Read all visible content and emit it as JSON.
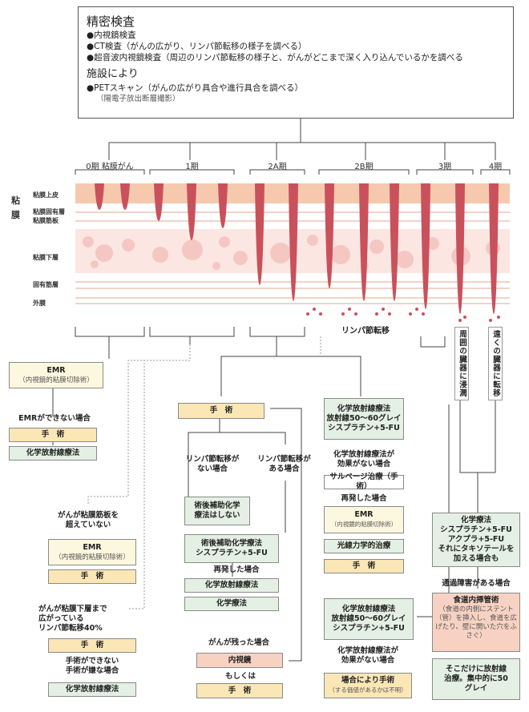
{
  "header": {
    "title": "精密検査",
    "items": [
      "●内視鏡検査",
      "●CT検査（がんの広がり、リンパ節転移の様子を調べる）",
      "●超音波内視鏡検査（周辺のリンパ節転移の様子と、がんがどこまで深く入り込んでいるかを調べる"
    ],
    "facility_title": "施設により",
    "facility_item": "●PETスキャン（がんの広がり具合や進行具合を調べる）",
    "facility_note": "（陽電子放出断層撮影）"
  },
  "stages": [
    "0期 粘膜がん",
    "1期",
    "2A期",
    "2B期",
    "3期",
    "4期"
  ],
  "layers": {
    "mucosa": "粘膜",
    "epithelium": "粘膜上皮",
    "lamina_propria": "粘膜固有層",
    "muscularis_mucosae": "粘膜筋板",
    "submucosa": "粘膜下層",
    "muscularis_propria": "固有筋層",
    "adventitia": "外膜"
  },
  "annotations": {
    "lymph": "リンパ節転移",
    "adjacent": "周囲の臓器に浸潤",
    "distant": "遠くの臓器に転移"
  },
  "col1": {
    "emr_top": "EMR",
    "emr_top_sub": "（内視鏡的粘膜切除術）",
    "emr_fail": "EMRができない場合",
    "surgery": "手　術",
    "chemo_rad": "化学放射線療法",
    "not_beyond": "がんが粘膜筋板を\n超えていない",
    "emr2": "EMR",
    "emr2_sub": "（内視鏡的粘膜切除術）",
    "surgery2": "手　術",
    "spread": "がんが粘膜下層まで\n広がっている\nリンパ節転移40%",
    "surgery3": "手　術",
    "cannot": "手術ができない\n手術が嫌な場合",
    "chemo_rad2": "化学放射線療法"
  },
  "col2": {
    "surgery": "手　術",
    "no_lymph": "リンパ節転移が\nない場合",
    "with_lymph": "リンパ節転移が\nある場合",
    "no_adjuvant": "術後補助化学\n療法はしない",
    "adjuvant": "術後補助化学療法\nシスプラチン+5-FU",
    "recur": "再発した場合",
    "chemo_rad": "化学放射線療法",
    "chemo": "化学療法",
    "remains": "がんが残った場合",
    "endoscope": "内視鏡",
    "or": "もしくは",
    "surgery2": "手　術"
  },
  "col3": {
    "crt1": "化学放射線療法\n放射線50〜60グレイ\nシスプラチン+5-FU",
    "no_effect": "化学放射線療法が\n効果がない場合",
    "salvage": "サルベージ治療（手術）",
    "recur": "再発した場合",
    "emr": "EMR",
    "emr_sub": "（内視鏡的粘膜切除術）",
    "pdt": "光線力学的治療",
    "surgery": "手　術",
    "crt2": "化学放射線療法\n放射線50〜60グレイ\nシスプラチン+5-FU",
    "no_effect2": "化学放射線療法が\n効果がない場合",
    "maybe_surgery": "場合により手術",
    "maybe_sub": "（する価値があるかは不明）"
  },
  "col4": {
    "chemo": "化学療法\nシスプラチン+5-FU\nアクプラ+5-FU\nそれにタキソテールを\n加える場合も",
    "obstruction": "通過障害がある場合",
    "stent_title": "食道内挿管術",
    "stent_body": "（食道の内側にステント（管）を挿入し、食道を広げたり、壁に開いた穴をふさぐ）",
    "local_rad": "そこだけに放射線\n治療。集中的に50\nグレイ"
  },
  "colors": {
    "tumor": "#c9515c",
    "mucosa_band": "#f6c9ae",
    "submucosa": "#f9d9d4",
    "green": "#e4f0e3",
    "yellow": "#fbe6b6",
    "pink": "#f7d2c2"
  }
}
